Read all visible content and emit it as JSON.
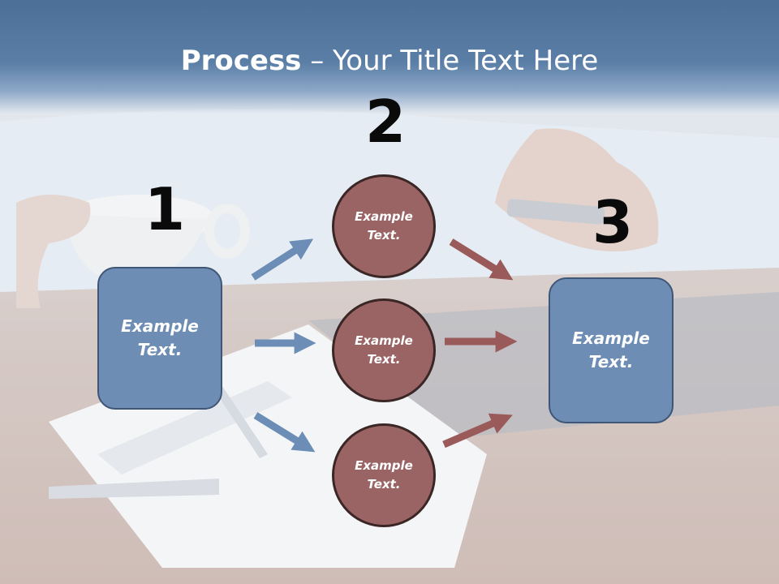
{
  "slide": {
    "title_bold": "Process",
    "title_rest": " – Your Title Text Here",
    "steps": [
      {
        "number": "1"
      },
      {
        "number": "2"
      },
      {
        "number": "3"
      }
    ],
    "left_box": {
      "text": "Example\nText."
    },
    "right_box": {
      "text": "Example\nText."
    },
    "circles": [
      {
        "text": "Example\nText."
      },
      {
        "text": "Example\nText."
      },
      {
        "text": "Example\nText."
      }
    ]
  },
  "colors": {
    "header": "#5a7ea6",
    "box_fill": "#6e8db5",
    "circle_fill": "#9a6464",
    "blue_arrow": "#6b8db6",
    "red_arrow": "#9a5a5a"
  }
}
